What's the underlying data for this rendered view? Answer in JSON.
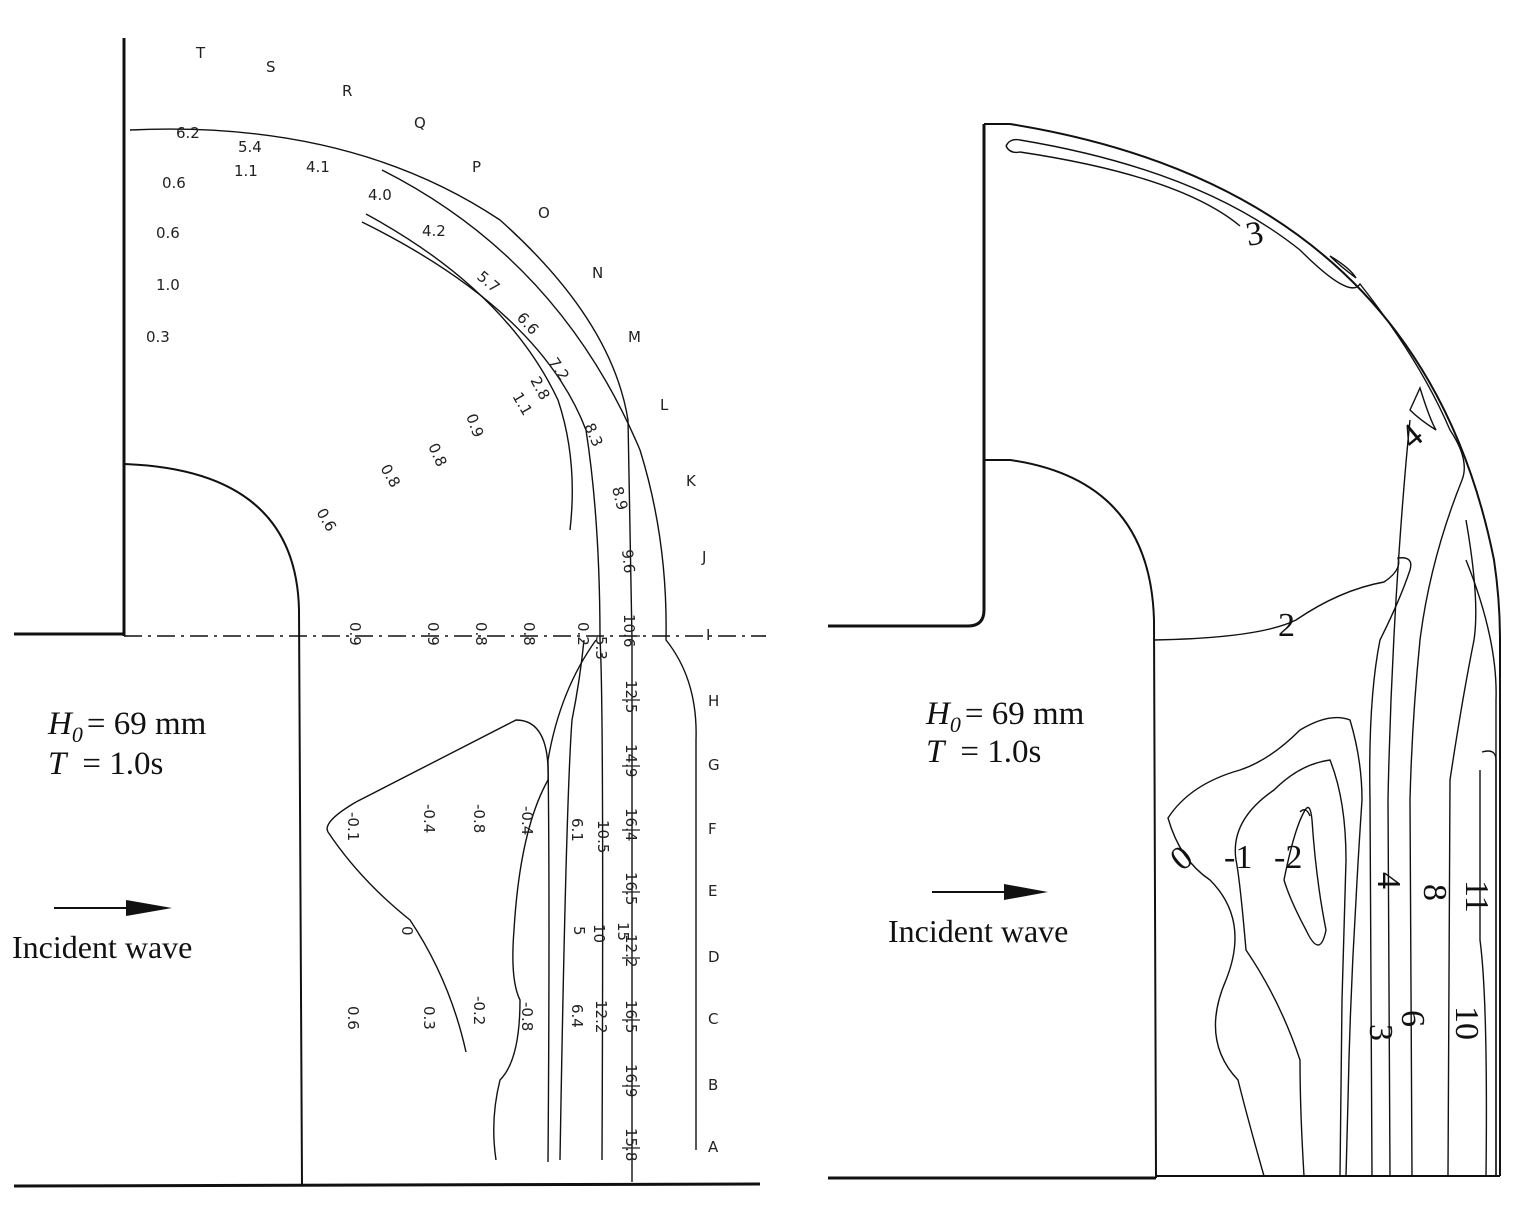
{
  "left_panel": {
    "wave_height": {
      "symbol": "H",
      "subscript": "0",
      "value": "= 69 mm"
    },
    "wave_period": {
      "symbol": "T",
      "value": "= 1.0s"
    },
    "incident_wave_label": "Incident wave",
    "section_letters": [
      "T",
      "S",
      "R",
      "Q",
      "P",
      "O",
      "N",
      "M",
      "L",
      "K",
      "J",
      "I",
      "H",
      "G",
      "F",
      "E",
      "D",
      "C",
      "B",
      "A"
    ],
    "measured_values": {
      "arc_outer": [
        "6.2",
        "5.4",
        "4.1",
        "4.0",
        "4.2",
        "5.7",
        "6.6",
        "7.2",
        "8.3",
        "8.9",
        "9.6"
      ],
      "arc_inner": [
        "1.1",
        "1.1",
        "2.8"
      ],
      "upper_left": [
        "0.6",
        "0.6",
        "1.0",
        "0.3"
      ],
      "upper_diag": [
        "0.6",
        "0.8",
        "0.8",
        "0.9"
      ],
      "row_I": [
        "0.9",
        "0.9",
        "0.8",
        "0.8",
        "0.2",
        "5.3",
        "10.6"
      ],
      "col_outer": [
        "12.5",
        "14.9",
        "16.4",
        "16.5",
        "12.2",
        "16.5",
        "16.9",
        "15.8"
      ],
      "row_F": [
        "-0.1",
        "-0.4",
        "-0.8",
        "-0.4",
        "6.1",
        "10.5"
      ],
      "row_D": [
        "0",
        "5",
        "10",
        "15"
      ],
      "row_C": [
        "0.6",
        "0.3",
        "-0.2",
        "-0.8",
        "6.4",
        "12.2"
      ]
    }
  },
  "right_panel": {
    "wave_height": {
      "symbol": "H",
      "subscript": "0",
      "value": "= 69 mm"
    },
    "wave_period": {
      "symbol": "T",
      "value": "= 1.0s"
    },
    "incident_wave_label": "Incident wave",
    "contour_labels": [
      "3",
      "4",
      "2",
      "0",
      "-1",
      "-2",
      "4",
      "8",
      "11",
      "6",
      "3",
      "10"
    ]
  }
}
